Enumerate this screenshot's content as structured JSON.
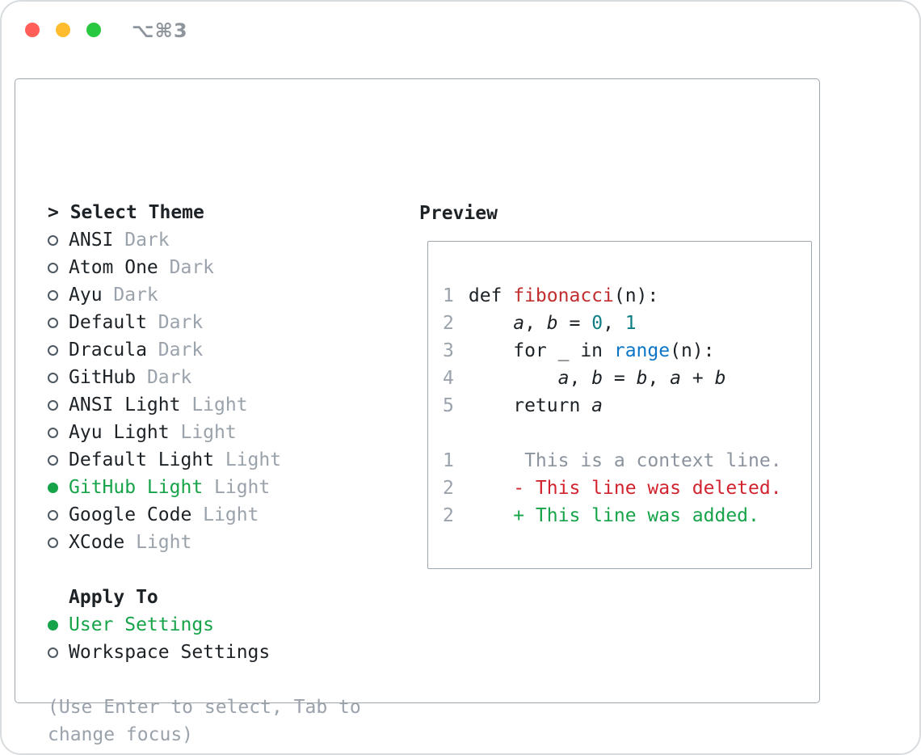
{
  "window": {
    "shortcut": "⌥⌘3"
  },
  "colors": {
    "accent-green": "#17a34a",
    "deleted-red": "#d1242f",
    "function-red": "#c22e2e",
    "builtin-blue": "#0b76c8",
    "number-teal": "#0d7e83",
    "muted": "#9aa2ab",
    "context-gray": "#8b949e",
    "ink": "#1d2227",
    "panel-border": "#9fa7ae",
    "traffic-red": "#ff5f57",
    "traffic-yellow": "#febc2e",
    "traffic-green": "#28c840"
  },
  "theme_panel": {
    "prompt": ">",
    "title": "Select Theme",
    "items": [
      {
        "name": "ANSI",
        "variant": "Dark",
        "selected": false
      },
      {
        "name": "Atom One",
        "variant": "Dark",
        "selected": false
      },
      {
        "name": "Ayu",
        "variant": "Dark",
        "selected": false
      },
      {
        "name": "Default",
        "variant": "Dark",
        "selected": false
      },
      {
        "name": "Dracula",
        "variant": "Dark",
        "selected": false
      },
      {
        "name": "GitHub",
        "variant": "Dark",
        "selected": false
      },
      {
        "name": "ANSI Light",
        "variant": "Light",
        "selected": false
      },
      {
        "name": "Ayu Light",
        "variant": "Light",
        "selected": false
      },
      {
        "name": "Default Light",
        "variant": "Light",
        "selected": false
      },
      {
        "name": "GitHub Light",
        "variant": "Light",
        "selected": true
      },
      {
        "name": "Google Code",
        "variant": "Light",
        "selected": false
      },
      {
        "name": "XCode",
        "variant": "Light",
        "selected": false
      }
    ],
    "apply_to": {
      "title": "Apply To",
      "options": [
        {
          "label": "User Settings",
          "selected": true
        },
        {
          "label": "Workspace Settings",
          "selected": false
        }
      ]
    },
    "hint": "(Use Enter to select, Tab to change focus)"
  },
  "preview": {
    "title": "Preview",
    "lines": [
      {
        "num": "1",
        "tokens": [
          {
            "t": "def ",
            "c": "plain"
          },
          {
            "t": "fibonacci",
            "c": "func"
          },
          {
            "t": "(n):",
            "c": "plain"
          }
        ]
      },
      {
        "num": "2",
        "tokens": [
          {
            "t": "    ",
            "c": "plain"
          },
          {
            "t": "a",
            "c": "var"
          },
          {
            "t": ", ",
            "c": "plain"
          },
          {
            "t": "b",
            "c": "var"
          },
          {
            "t": " = ",
            "c": "plain"
          },
          {
            "t": "0",
            "c": "number"
          },
          {
            "t": ", ",
            "c": "plain"
          },
          {
            "t": "1",
            "c": "number"
          }
        ]
      },
      {
        "num": "3",
        "tokens": [
          {
            "t": "    for _ in ",
            "c": "plain"
          },
          {
            "t": "range",
            "c": "builtin"
          },
          {
            "t": "(n):",
            "c": "plain"
          }
        ]
      },
      {
        "num": "4",
        "tokens": [
          {
            "t": "        ",
            "c": "plain"
          },
          {
            "t": "a",
            "c": "var"
          },
          {
            "t": ", ",
            "c": "plain"
          },
          {
            "t": "b",
            "c": "var"
          },
          {
            "t": " = ",
            "c": "plain"
          },
          {
            "t": "b",
            "c": "var"
          },
          {
            "t": ", ",
            "c": "plain"
          },
          {
            "t": "a",
            "c": "var"
          },
          {
            "t": " + ",
            "c": "plain"
          },
          {
            "t": "b",
            "c": "var"
          }
        ]
      },
      {
        "num": "5",
        "tokens": [
          {
            "t": "    return ",
            "c": "plain"
          },
          {
            "t": "a",
            "c": "var"
          }
        ]
      },
      {
        "num": "",
        "tokens": []
      },
      {
        "num": "1",
        "tokens": [
          {
            "t": "     This is a context line.",
            "c": "context"
          }
        ]
      },
      {
        "num": "2",
        "tokens": [
          {
            "t": "    - This line was deleted.",
            "c": "deleted"
          }
        ]
      },
      {
        "num": "2",
        "tokens": [
          {
            "t": "    + This line was added.",
            "c": "added"
          }
        ]
      }
    ]
  }
}
